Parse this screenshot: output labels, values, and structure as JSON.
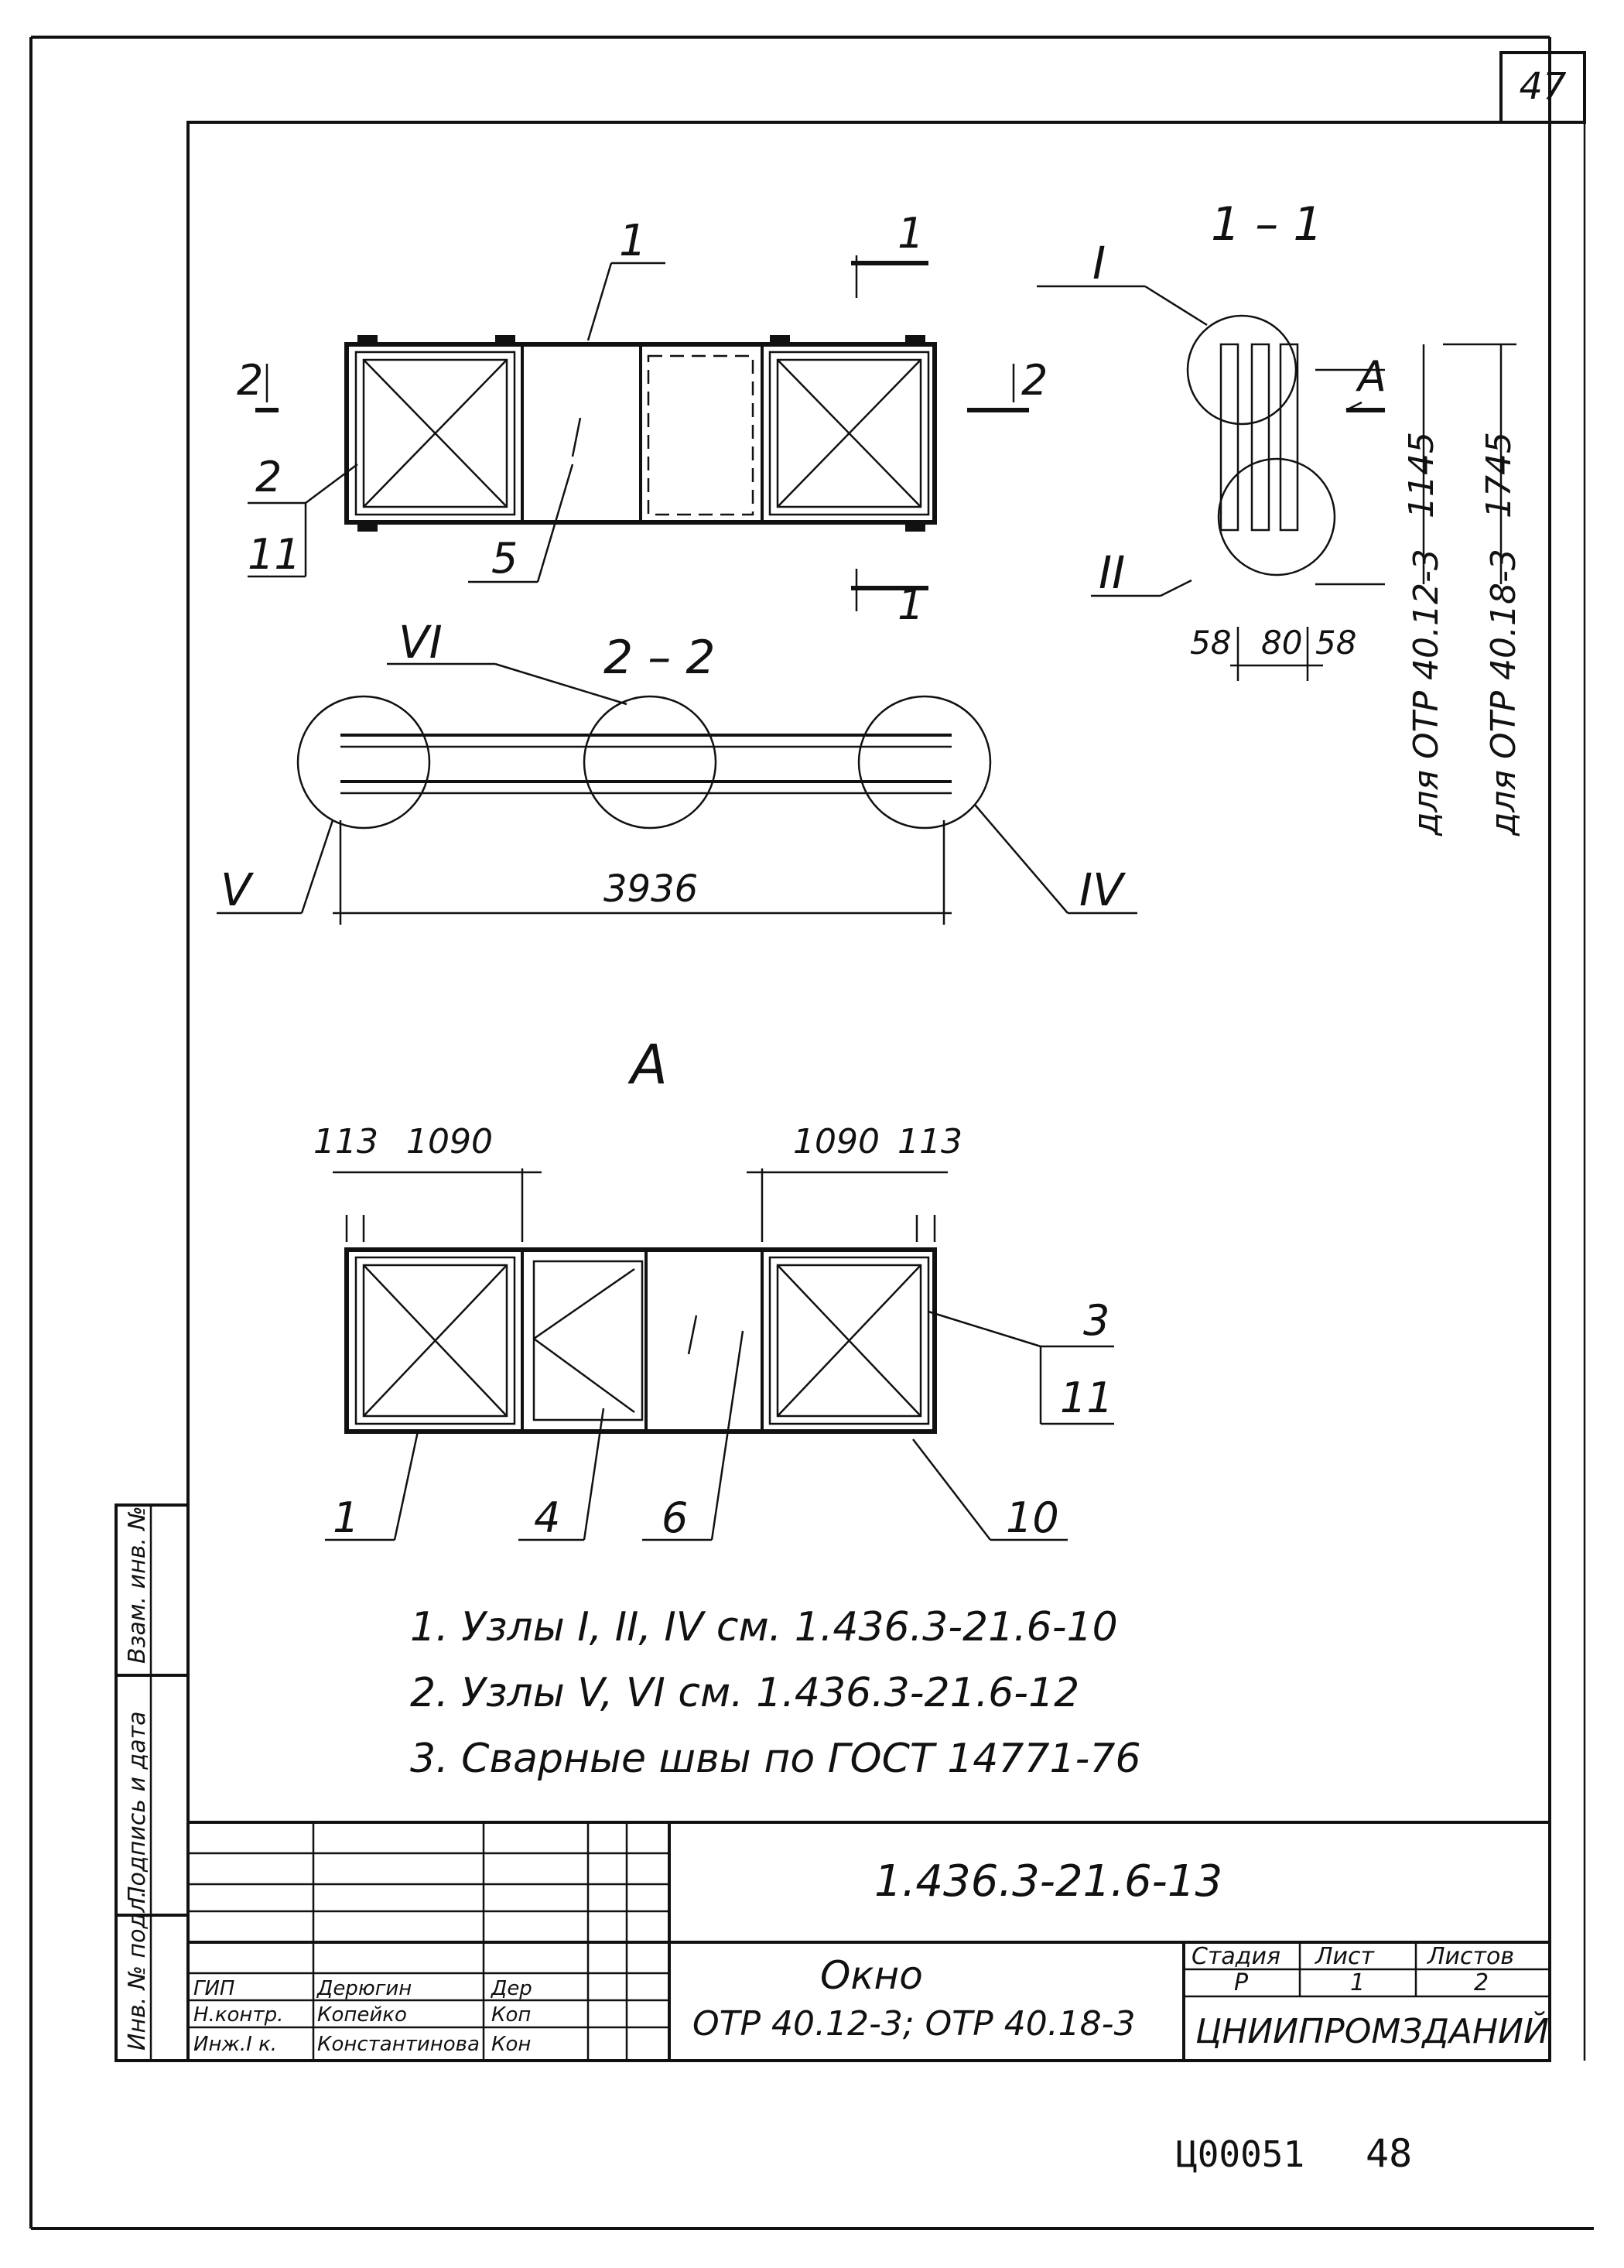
{
  "sheet": {
    "page_number": "47",
    "footer_code": "Ц00051",
    "footer_page": "48"
  },
  "section_labels": {
    "sec_1_1": "1 – 1",
    "sec_2_2": "2 – 2",
    "view_A": "А",
    "cut1_top": "1",
    "cut1_bottom": "1",
    "cut2_left": "2",
    "cut2_right": "2",
    "view_A_arrow": "А"
  },
  "nodes": {
    "I": "I",
    "II": "II",
    "IV": "IV",
    "V": "V",
    "VI": "VI"
  },
  "callouts": {
    "pos1_top": "1",
    "pos2": "2",
    "pos2_sheet": "11",
    "pos5": "5",
    "pos3": "3",
    "pos3_sheet": "11",
    "pos1_bottom": "1",
    "pos4": "4",
    "pos6": "6",
    "pos10": "10"
  },
  "dimensions": {
    "h1": "1145",
    "h2": "1745",
    "w58a": "58",
    "w80": "80",
    "w58b": "58",
    "total_length": "3936",
    "a113_left": "113",
    "a1090_left": "1090",
    "a1090_right": "1090",
    "a113_right": "113",
    "note_h1": "для ОТР 40.12-3",
    "note_h2": "для ОТР 40.18-3"
  },
  "notes": [
    "1. Узлы  I,  II,  IV   см.  1.436.3-21.6-10",
    "2. Узлы  V,  VI   см.  1.436.3-21.6-12",
    "3. Сварные   швы   по  ГОСТ  14771-76"
  ],
  "side_stamp": {
    "col1": "Инв. № подл.",
    "col2": "Подпись и дата",
    "col3": "Взам. инв. №"
  },
  "title_block": {
    "designation": "1.436.3-21.6-13",
    "title_line1": "Окно",
    "title_line2": "ОТР 40.12-3;  ОТР 40.18-3",
    "stage_header": "Стадия",
    "sheet_header": "Лист",
    "sheets_header": "Листов",
    "stage_value": "Р",
    "sheet_value": "1",
    "sheets_value": "2",
    "organization": "ЦНИИПРОМЗДАНИЙ",
    "signatures": [
      {
        "role": "ГИП",
        "name": "Дерюгин",
        "sign": "Дер"
      },
      {
        "role": "Н.контр.",
        "name": "Копейко",
        "sign": "Коп"
      },
      {
        "role": "Инж.I к.",
        "name": "Константинова",
        "sign": "Кон"
      }
    ]
  }
}
